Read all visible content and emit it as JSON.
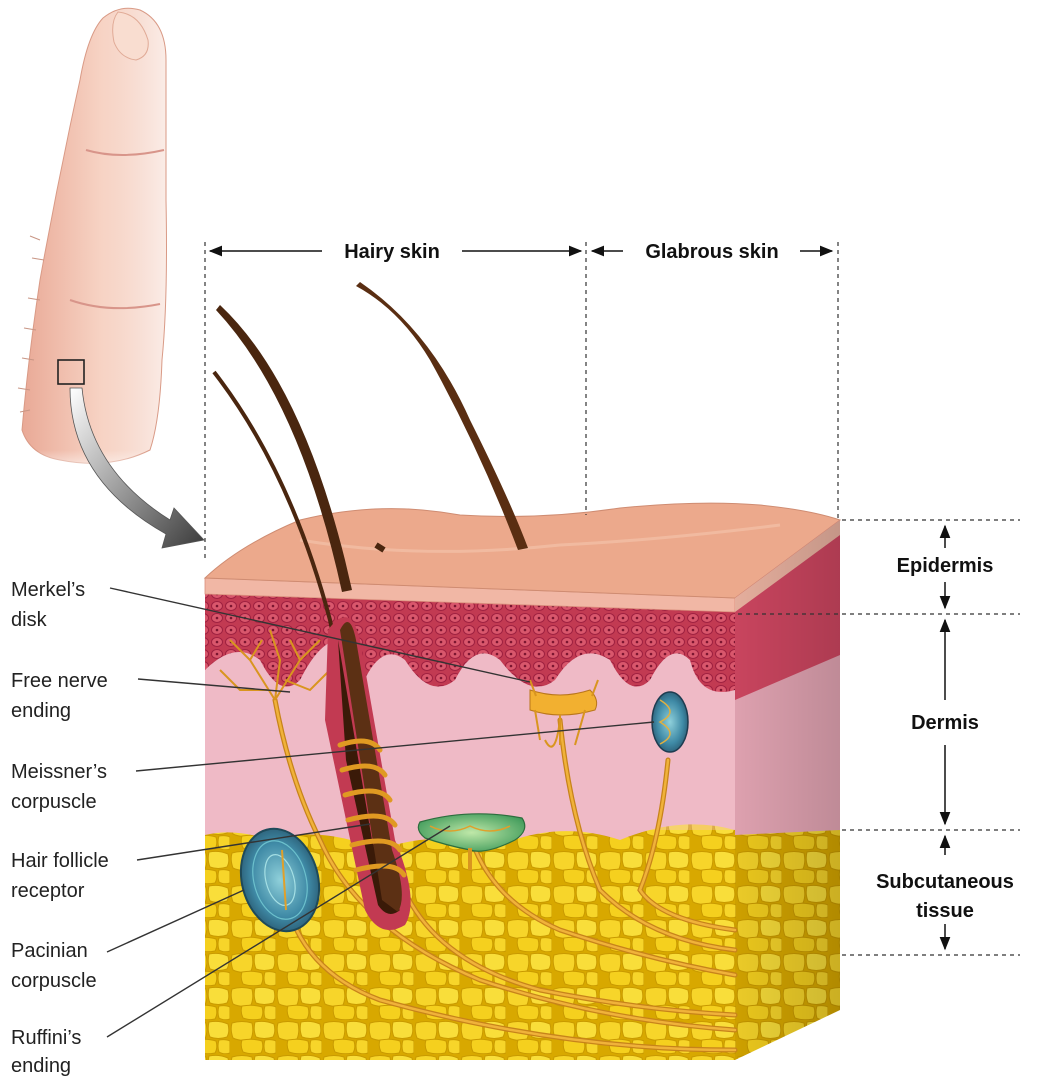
{
  "columns": {
    "hairy": "Hairy skin",
    "glabrous": "Glabrous skin"
  },
  "layers": {
    "epidermis": "Epidermis",
    "dermis": "Dermis",
    "subcutaneous_1": "Subcutaneous",
    "subcutaneous_2": "tissue"
  },
  "receptors": {
    "merkel_1": "Merkel’s",
    "merkel_2": "disk",
    "free_1": "Free nerve",
    "free_2": "ending",
    "meissner_1": "Meissner’s",
    "meissner_2": "corpuscle",
    "hair_1": "Hair follicle",
    "hair_2": "receptor",
    "pacinian_1": "Pacinian",
    "pacinian_2": "corpuscle",
    "ruffini_1": "Ruffini’s",
    "ruffini_2": "ending"
  },
  "colors": {
    "epidermis_surface": "#e8a888",
    "epidermis_layer": "#c23a52",
    "dermis": "#efb7c3",
    "fat": "#f5d21c",
    "hair": "#5a2e12",
    "nerve": "#d9951f",
    "capsule_blue": "#3f7f9a",
    "finger": "#f3c6b4"
  }
}
